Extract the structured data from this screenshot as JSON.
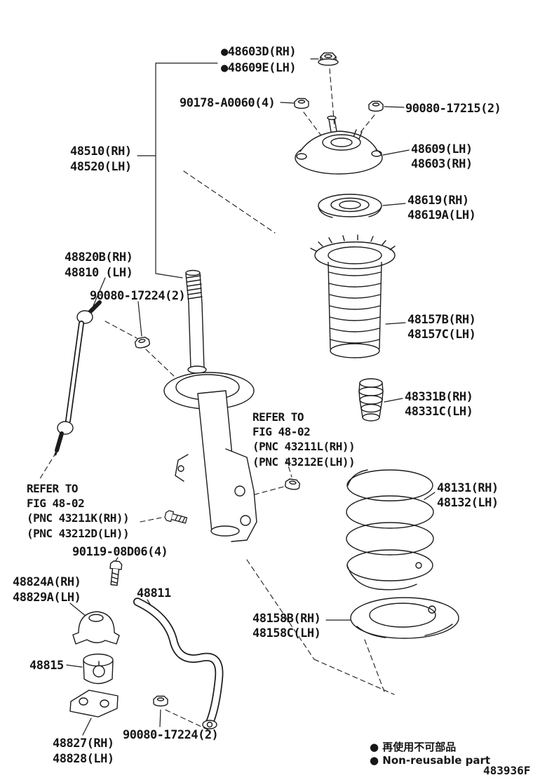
{
  "diagram": {
    "code": "483936F",
    "legend": {
      "non_reusable_jp": "● 再使用不可部品",
      "non_reusable_en": "● Non-reusable part"
    },
    "labels": {
      "n48603d": "●48603D(RH)",
      "n48609e": "●48609E(LH)",
      "n90178": "90178-A0060(4)",
      "n90080_17215": "90080-17215(2)",
      "n48510": "48510(RH)",
      "n48520": "48520(LH)",
      "n48609": "48609(LH)",
      "n48603": "48603(RH)",
      "n48619": "48619(RH)",
      "n48619a": "48619A(LH)",
      "n48820b": "48820B(RH)",
      "n48810": "48810 (LH)",
      "n90080_17224a": "90080-17224(2)",
      "n48157b": "48157B(RH)",
      "n48157c": "48157C(LH)",
      "n48331b": "48331B(RH)",
      "n48331c": "48331C(LH)",
      "n48131": "48131(RH)",
      "n48132": "48132(LH)",
      "n90119": "90119-08D06(4)",
      "n48824a": "48824A(RH)",
      "n48829a": "48829A(LH)",
      "n48811": "48811",
      "n48158b": "48158B(RH)",
      "n48158c": "48158C(LH)",
      "n48815": "48815",
      "n48827": "48827(RH)",
      "n48828": "48828(LH)",
      "n90080_17224b": "90080-17224(2)"
    },
    "refer_note_mid": {
      "line1": "REFER TO",
      "line2": "FIG 48-02",
      "line3": "(PNC 43211L(RH))",
      "line4": "(PNC 43212E(LH))"
    },
    "refer_note_left": {
      "line1": "REFER TO",
      "line2": "FIG 48-02",
      "line3": "(PNC 43211K(RH))",
      "line4": "(PNC 43212D(LH))"
    }
  }
}
